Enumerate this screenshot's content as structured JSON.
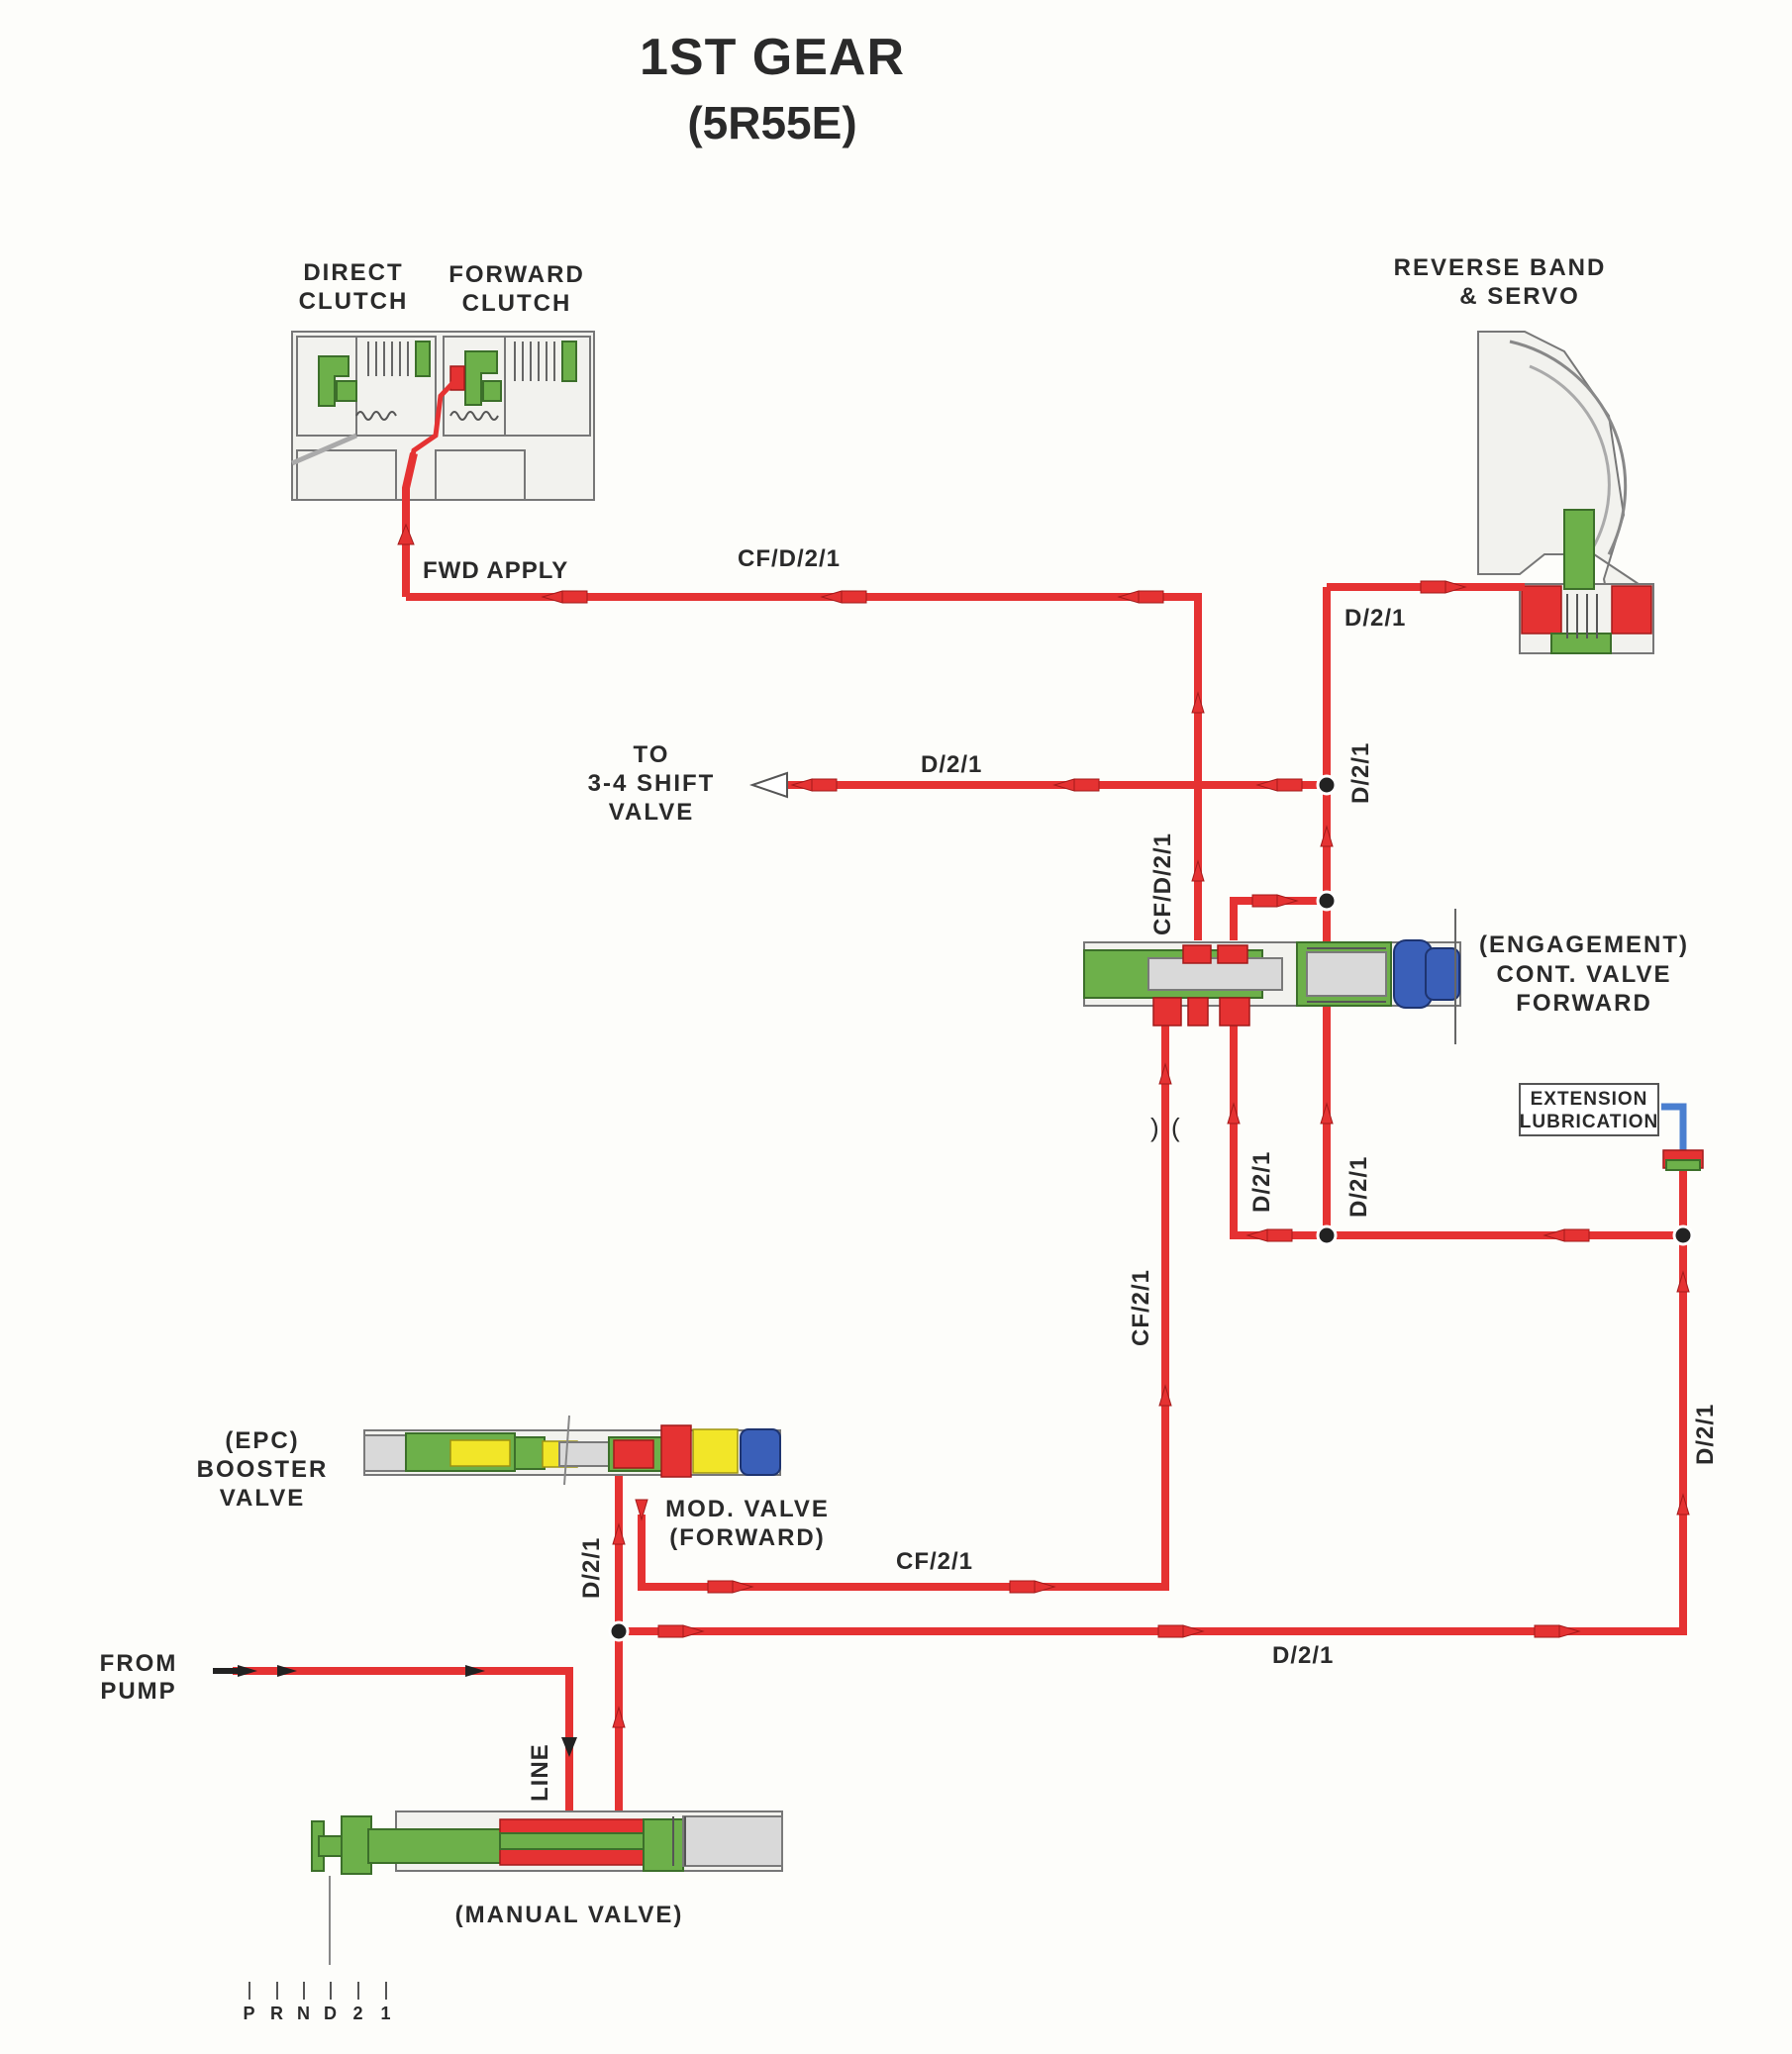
{
  "title": "1ST GEAR",
  "subtitle": "(5R55E)",
  "components": {
    "direct_clutch": [
      "DIRECT",
      "CLUTCH"
    ],
    "forward_clutch": [
      "FORWARD",
      "CLUTCH"
    ],
    "reverse_band": [
      "REVERSE BAND",
      "& SERVO"
    ],
    "to_shift_valve": [
      "TO",
      "3-4 SHIFT",
      "VALVE"
    ],
    "engagement_valve": [
      "(ENGAGEMENT)",
      "CONT. VALVE",
      "FORWARD"
    ],
    "extension_lube": [
      "EXTENSION",
      "LUBRICATION"
    ],
    "epc_booster": [
      "(EPC)",
      "BOOSTER",
      "VALVE"
    ],
    "mod_valve": [
      "MOD. VALVE",
      "(FORWARD)"
    ],
    "from_pump": [
      "FROM",
      "PUMP"
    ],
    "manual_valve": "(MANUAL VALVE)"
  },
  "lines": {
    "fwd_apply": "FWD APPLY",
    "cf_d_2_1": "CF/D/2/1",
    "d_2_1": "D/2/1",
    "cf_2_1": "CF/2/1",
    "line": "LINE"
  },
  "gear_positions": [
    "P",
    "R",
    "N",
    "D",
    "2",
    "1"
  ],
  "colors": {
    "pressure": "#e53232",
    "valve_body": "#6db04a",
    "spring_plug": "#3a5fb8",
    "modulated": "#f2e628",
    "lube": "#4a7fd0"
  }
}
